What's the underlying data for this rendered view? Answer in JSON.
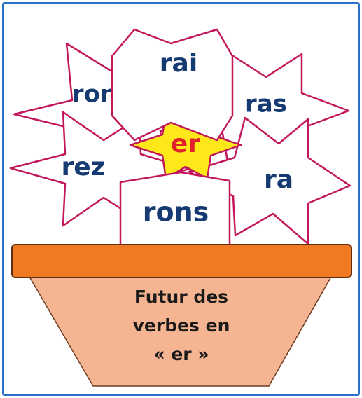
{
  "center": {
    "label": "er"
  },
  "endings": [
    "rai",
    "ras",
    "ra",
    "rons",
    "rez",
    "ront"
  ],
  "pot": {
    "line1": "Futur des",
    "line2": "verbes en",
    "line3": "« er »"
  },
  "colors": {
    "frame": "#2a72c9",
    "star_outline": "#c2185b",
    "center_fill": "#ffe81a",
    "center_text": "#e0202a",
    "ending_text": "#163a72",
    "pot_rim": "#f07a22",
    "pot_body": "#f6b592"
  }
}
